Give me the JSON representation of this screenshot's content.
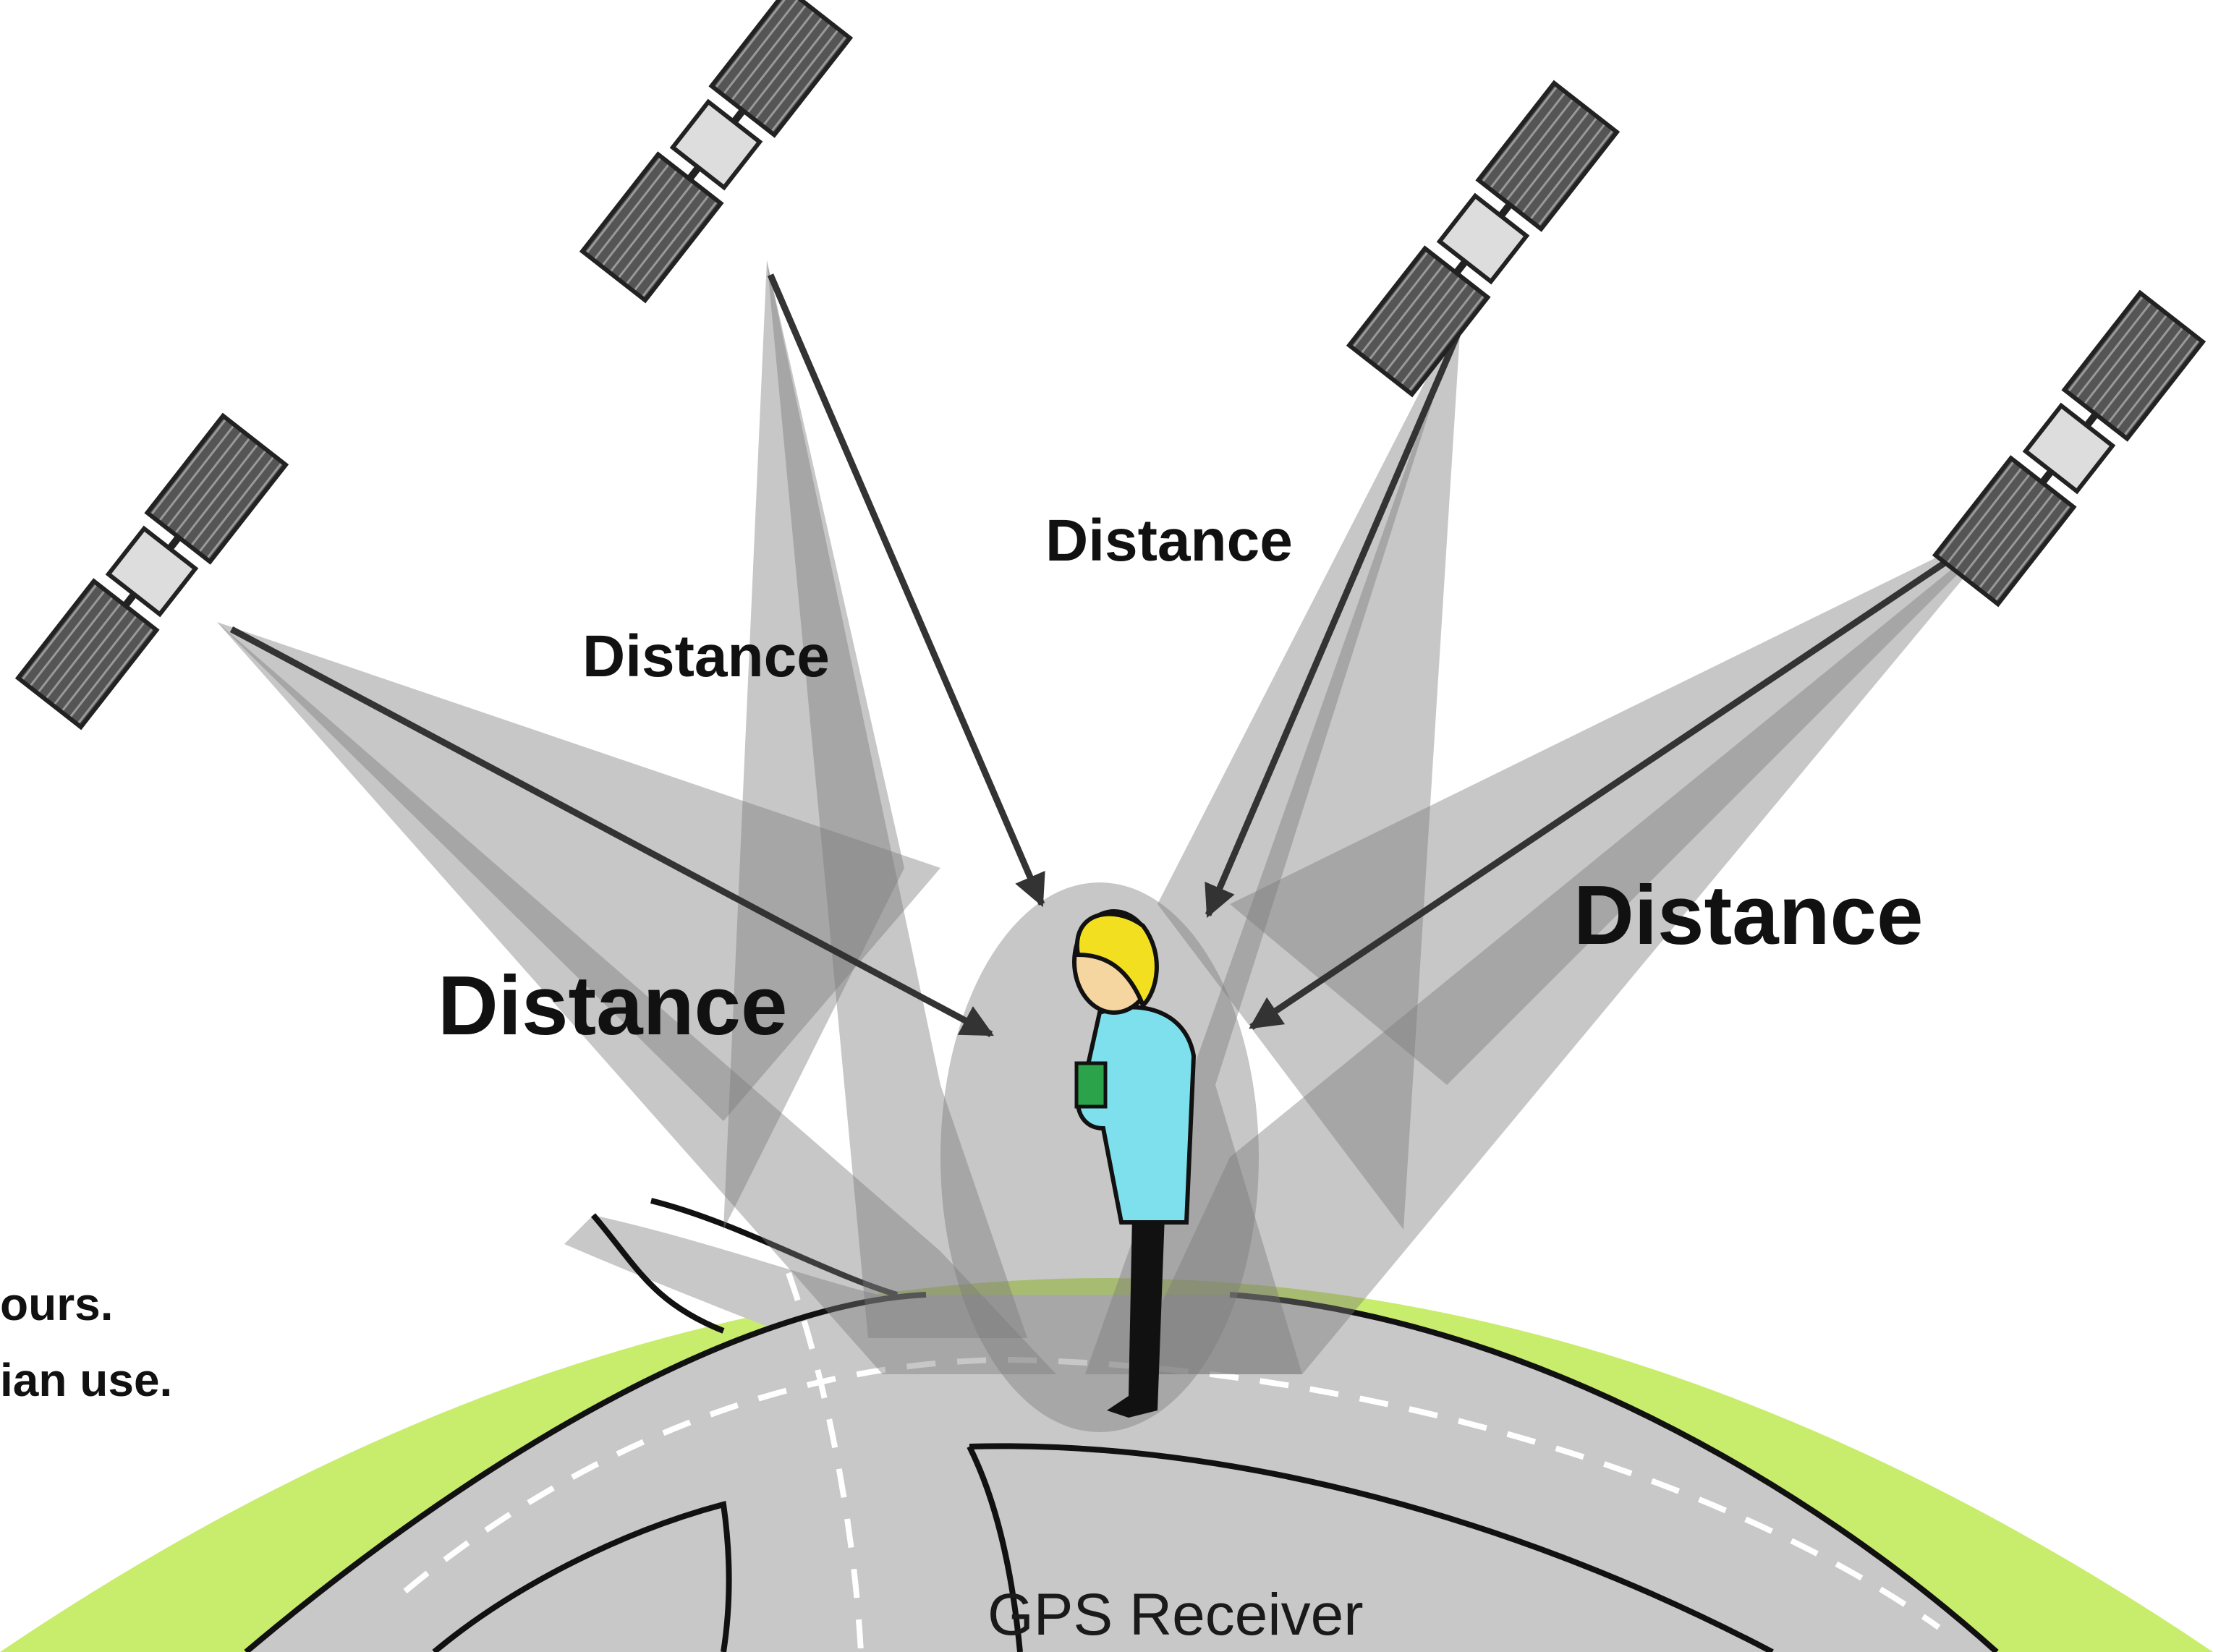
{
  "labels": {
    "distance_1": "Distance",
    "distance_2": "Distance",
    "distance_3": "Distance",
    "distance_4": "Distance",
    "receiver": "GPS Receiver"
  },
  "side_text": {
    "line1": "ours.",
    "line2": "ian use."
  },
  "colors": {
    "ground": "#c8ec6c",
    "road": "#c8c8c8",
    "beam": "#7a7a7a",
    "skin": "#f5d6a0",
    "hair": "#f2e020",
    "shirt": "#7ee0ec",
    "pants": "#111111"
  },
  "icons": [
    "satellite-icon",
    "person-icon",
    "arrow-icon"
  ]
}
